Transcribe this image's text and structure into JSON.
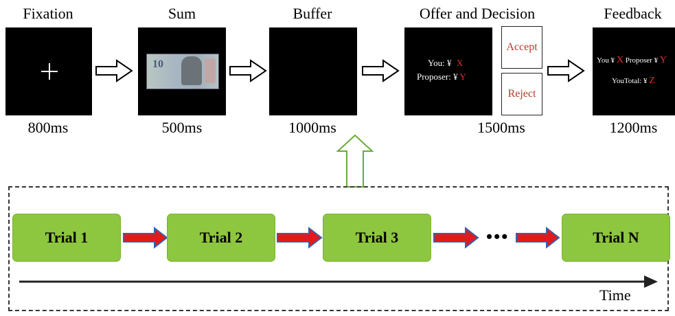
{
  "stages": [
    {
      "title": "Fixation",
      "duration": "800ms"
    },
    {
      "title": "Sum",
      "duration": "500ms"
    },
    {
      "title": "Buffer",
      "duration": "1000ms"
    },
    {
      "title": "Offer and Decision",
      "duration": "1500ms"
    },
    {
      "title": "Feedback",
      "duration": "1200ms"
    }
  ],
  "offer_screen": {
    "you_label": "You: ¥",
    "you_value": "X",
    "proposer_label": "Proposer: ¥",
    "proposer_value": "Y"
  },
  "choices": {
    "accept": "Accept",
    "reject": "Reject"
  },
  "feedback_screen": {
    "line1_you": "You ¥",
    "line1_you_value": "X",
    "line1_proposer": "Proposer ¥",
    "line1_proposer_value": "Y",
    "line2_label": "YouTotal: ¥",
    "line2_value": "Z"
  },
  "banknote": {
    "denomination": "10"
  },
  "trials": [
    "Trial 1",
    "Trial 2",
    "Trial 3",
    "Trial N"
  ],
  "ellipsis": "•••",
  "time_label": "Time",
  "colors": {
    "trial_fill": "#8dc63f",
    "arrow_red": "#e01b1b",
    "arrow_blue": "#3a5fa8",
    "up_arrow": "#6aaa3a",
    "value_red": "#e53030"
  }
}
